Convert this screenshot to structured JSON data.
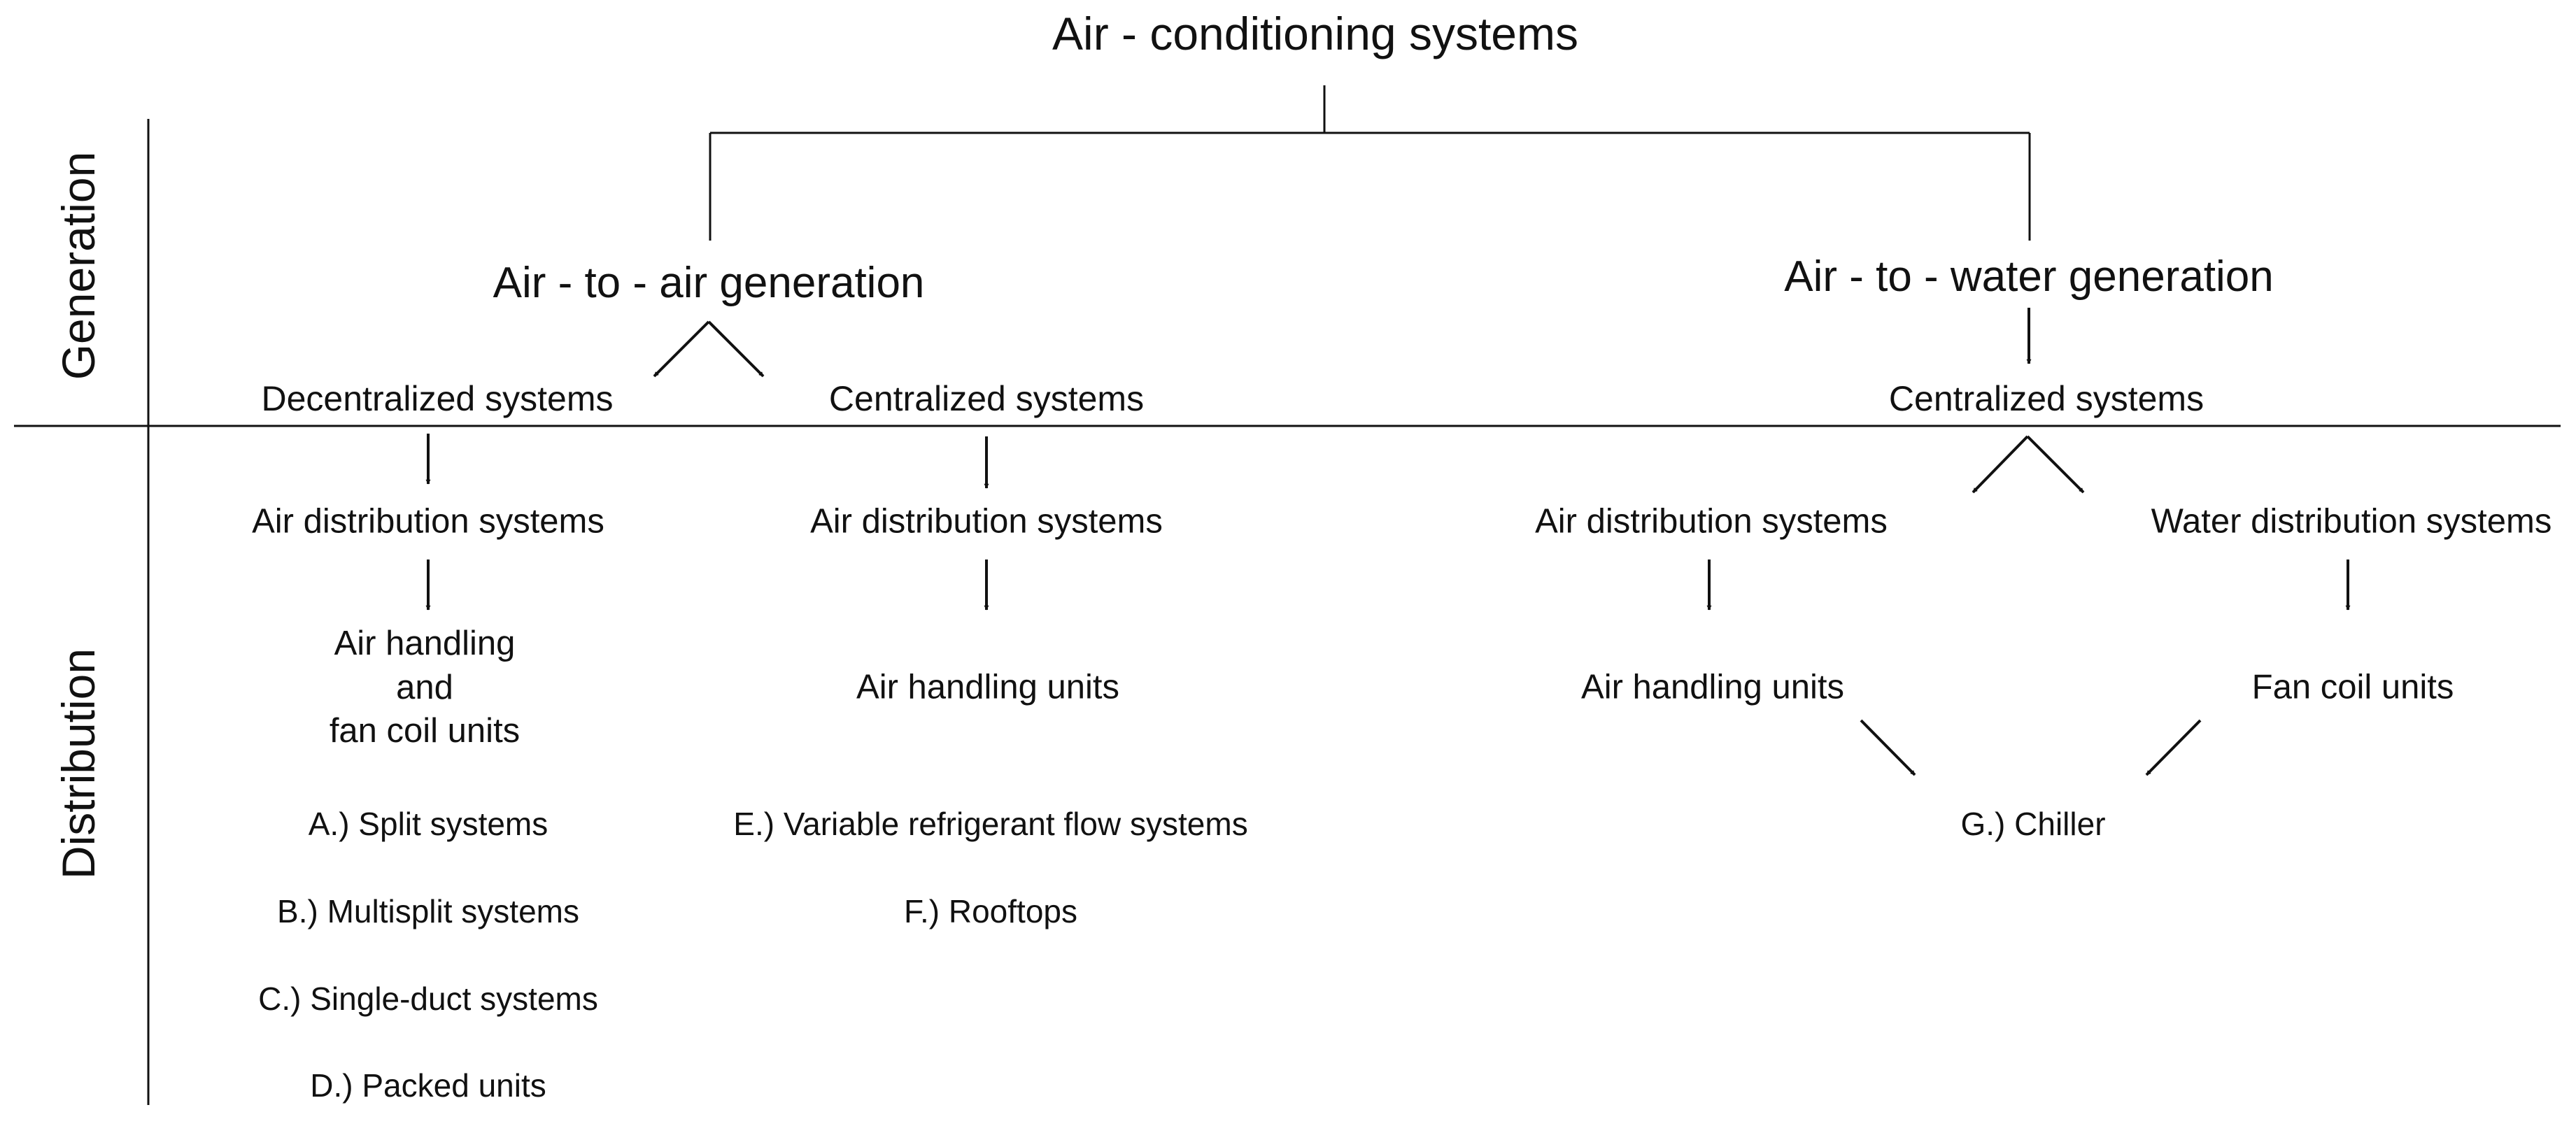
{
  "diagram": {
    "title": "Air - conditioning systems",
    "axis_labels": {
      "generation": "Generation",
      "distribution": "Distribution"
    },
    "generation_types": {
      "air_to_air": "Air - to - air generation",
      "air_to_water": "Air - to - water generation"
    },
    "system_types": {
      "a2a_decentralized": "Decentralized systems",
      "a2a_centralized": "Centralized systems",
      "a2w_centralized": "Centralized systems"
    },
    "distribution_systems": {
      "decentral_air": "Air distribution systems",
      "central_air": "Air distribution systems",
      "a2w_air": "Air distribution systems",
      "a2w_water": "Water distribution systems"
    },
    "units": {
      "decentral_units": [
        "Air handling",
        "and",
        "fan coil units"
      ],
      "central_ahu": "Air handling units",
      "a2w_ahu": "Air handling units",
      "a2w_fcu": "Fan coil units"
    },
    "examples": {
      "decentralized": [
        "A.)  Split systems",
        "B.)  Multisplit systems",
        "C.)  Single-duct systems",
        "D.)  Packed units"
      ],
      "centralized": [
        "E.)  Variable refrigerant flow systems",
        "F.)  Rooftops"
      ],
      "air_to_water": [
        "G.)  Chiller"
      ]
    }
  }
}
